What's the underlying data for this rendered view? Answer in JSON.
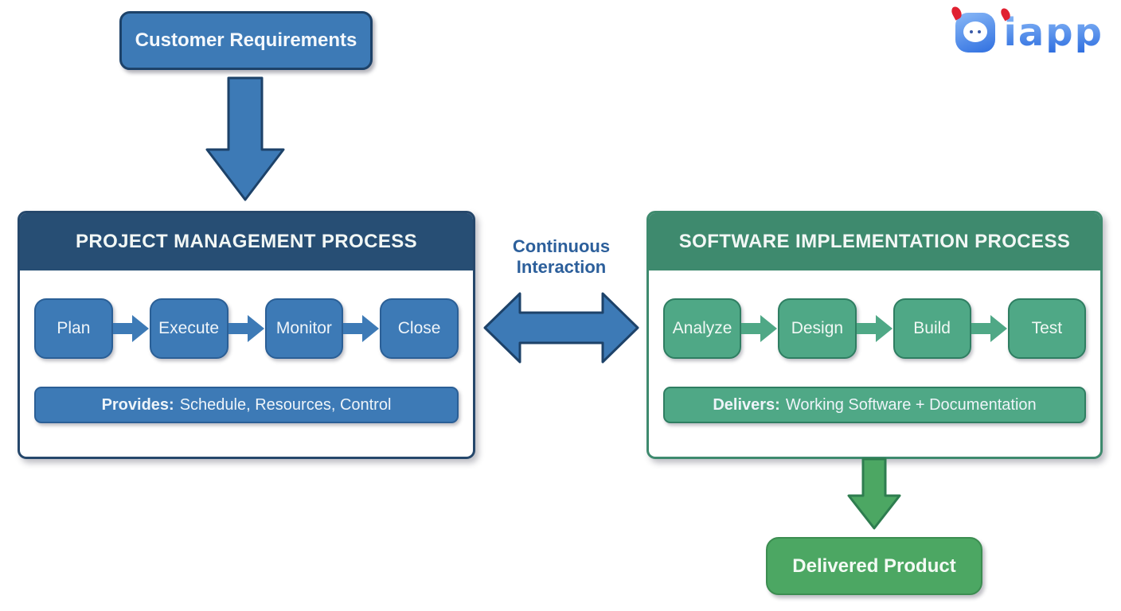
{
  "logo": {
    "word": "iapp"
  },
  "customer_requirements": {
    "label": "Customer Requirements"
  },
  "pm_process": {
    "title": "PROJECT MANAGEMENT PROCESS",
    "steps": [
      "Plan",
      "Execute",
      "Monitor",
      "Close"
    ],
    "provides_label": "Provides:",
    "provides_text": "Schedule, Resources, Control"
  },
  "interaction": {
    "line1": "Continuous",
    "line2": "Interaction"
  },
  "sw_process": {
    "title": "SOFTWARE IMPLEMENTATION PROCESS",
    "steps": [
      "Analyze",
      "Design",
      "Build",
      "Test"
    ],
    "delivers_label": "Delivers:",
    "delivers_text": "Working Software + Documentation"
  },
  "delivered_product": {
    "label": "Delivered Product"
  },
  "colors": {
    "blue_fill": "#3d7ab6",
    "blue_dark": "#1d4269",
    "navy_header": "#274e74",
    "green_header": "#3e8a6e",
    "green_fill": "#4fa886",
    "green_product": "#4ca763",
    "green_dark": "#2e7d4f",
    "interaction_text": "#2c5f9b",
    "logo_red": "#e02030"
  }
}
